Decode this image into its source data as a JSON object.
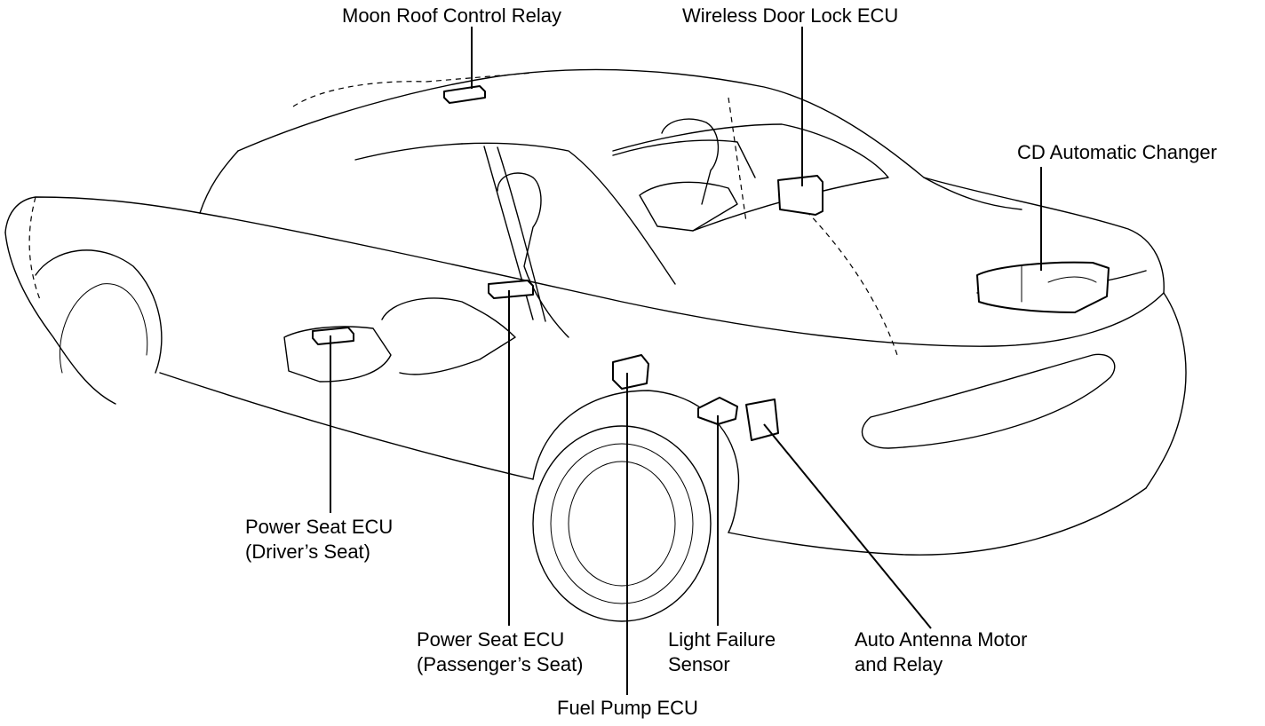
{
  "components": [
    {
      "id": "moon-roof-control-relay",
      "lines": [
        "Moon Roof Control Relay"
      ]
    },
    {
      "id": "wireless-door-lock-ecu",
      "lines": [
        "Wireless Door Lock ECU"
      ]
    },
    {
      "id": "cd-automatic-changer",
      "lines": [
        "CD Automatic Changer"
      ]
    },
    {
      "id": "power-seat-ecu-driver",
      "lines": [
        "Power Seat ECU",
        "(Driver’s Seat)"
      ]
    },
    {
      "id": "power-seat-ecu-passenger",
      "lines": [
        "Power Seat ECU",
        "(Passenger’s Seat)"
      ]
    },
    {
      "id": "fuel-pump-ecu",
      "lines": [
        "Fuel Pump ECU"
      ]
    },
    {
      "id": "light-failure-sensor",
      "lines": [
        "Light Failure",
        "Sensor"
      ]
    },
    {
      "id": "auto-antenna-motor-relay",
      "lines": [
        "Auto Antenna Motor",
        "and Relay"
      ]
    }
  ]
}
